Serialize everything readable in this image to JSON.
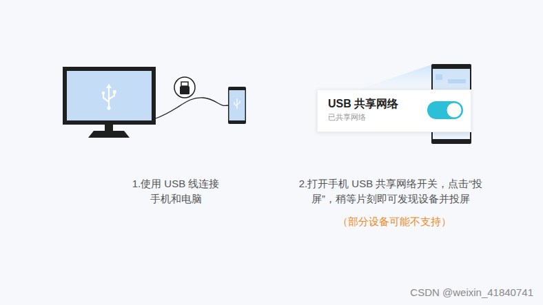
{
  "diagram": {
    "nodes": [
      {
        "text": [
          "USB 共享网络",
          "已共享网络"
        ]
      }
    ],
    "labels": [
      "1.使用 USB 线连接 手机和电脑",
      "2.打开手机 USB 共享网络开关，点击“投 屏”，稍等片刻即可发现设备并投屏",
      "（部分设备可能不支持）",
      "CSDN @weixin_41840741"
    ]
  }
}
